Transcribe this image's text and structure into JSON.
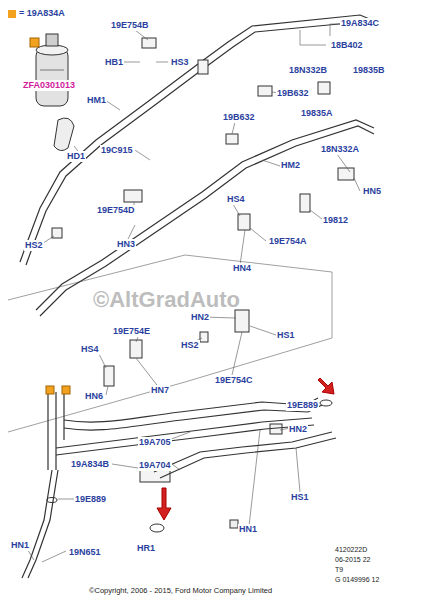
{
  "diagram": {
    "labels": [
      "19E754B",
      "19A834C",
      "HB1",
      "HS3",
      "18B402",
      "18N332B",
      "19835B",
      "ZFA0301013",
      "HM1",
      "19B632",
      "19835A",
      "19B632",
      "HD1",
      "18N332A",
      "19C915",
      "HM2",
      "HN5",
      "19812",
      "19E754D",
      "HS4",
      "HN3",
      "HS2",
      "19E754A",
      "HN4",
      "©AltGradAuto",
      "HN2",
      "19E754E",
      "HS4",
      "HS2",
      "HS1",
      "19E754C",
      "HN7",
      "HN6",
      "19E889",
      "19A705",
      "HN2",
      "19A834B",
      "19A704",
      "HS1",
      "19E889",
      "HN1",
      "HR1",
      "HN1",
      "19N651",
      "©Copyright, 2006 - 2015, Ford Motor Company Limited",
      "4120222D",
      "06-2015 22",
      "T9",
      "G 0149996 12"
    ],
    "legend": [
      {
        "text": "= 19A834A",
        "color": "#f2a21e"
      }
    ]
  }
}
